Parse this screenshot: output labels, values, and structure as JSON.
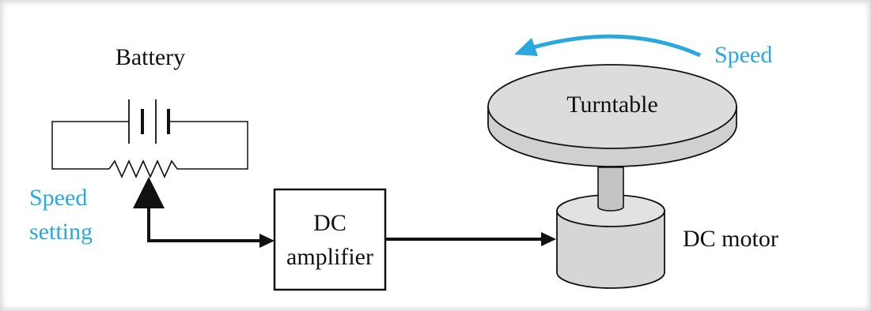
{
  "labels": {
    "battery": "Battery",
    "speed_setting_line1": "Speed",
    "speed_setting_line2": "setting",
    "amplifier_line1": "DC",
    "amplifier_line2": "amplifier",
    "turntable": "Turntable",
    "speed": "Speed",
    "motor": "DC motor"
  },
  "colors": {
    "annotation_blue": "#29a8e0",
    "line_black": "#111111",
    "disk_fill": "#dcdcdc",
    "motor_fill": "#d6d6d6",
    "shaft_fill": "#c4c4c4"
  },
  "icons": {
    "battery": "battery-symbol",
    "potentiometer": "resistor-zigzag-with-wiper",
    "speed_arrow": "curved-arrow-left"
  }
}
